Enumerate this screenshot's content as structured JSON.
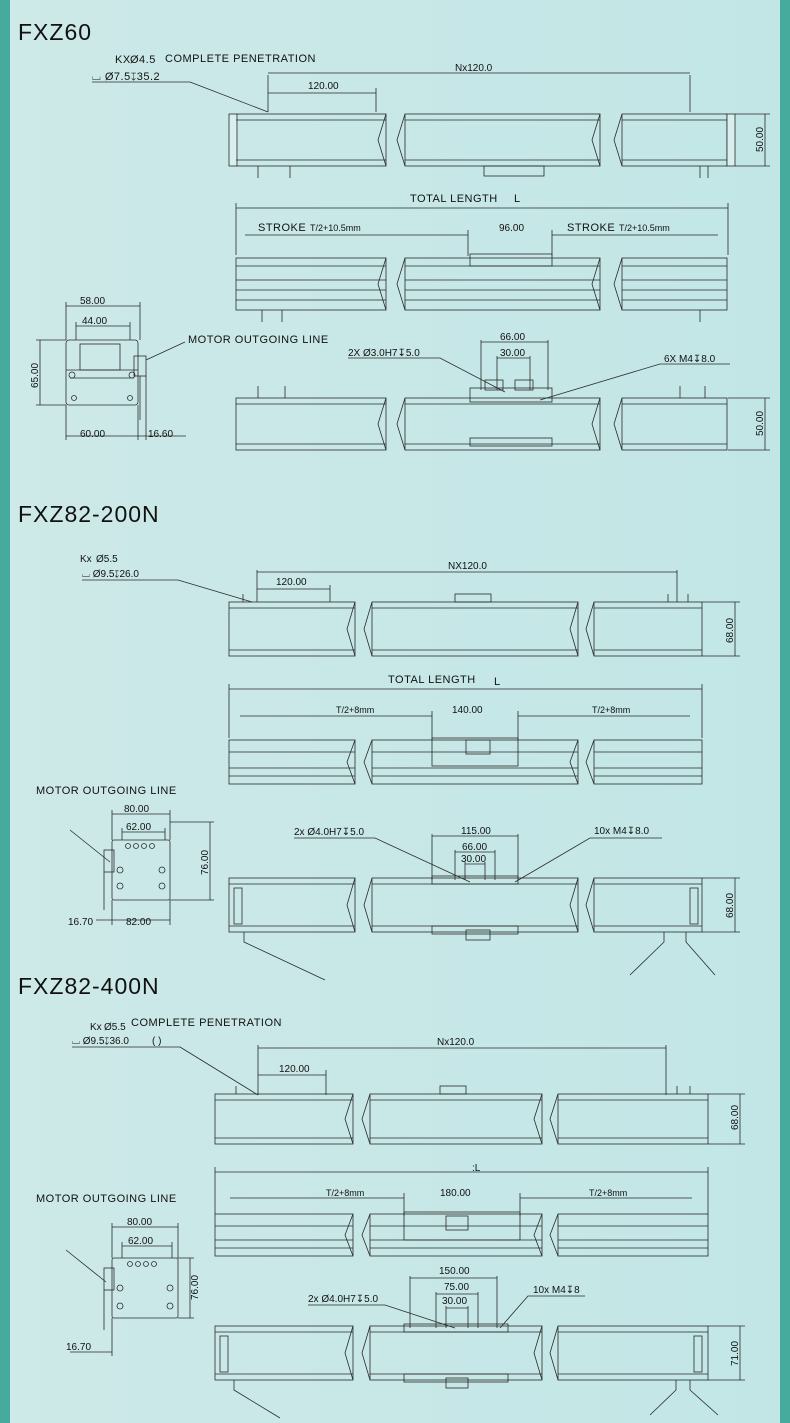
{
  "s1": {
    "title": "FXZ60",
    "kx": "KX",
    "kx_dia": "Ø4.5",
    "complete_pen": "COMPLETE PENETRATION",
    "cbore": "⌴ Ø7.5↧35.2",
    "nx": "Nx120.0",
    "pitch": "120.00",
    "height": "50.00",
    "total_length": "TOTAL LENGTH",
    "total_length_sym": "L",
    "stroke1": "STROKE",
    "stroke1_val": "T/2+10.5mm",
    "slider_w": "96.00",
    "stroke2": "STROKE",
    "stroke2_val": "T/2+10.5mm",
    "end_w1": "58.00",
    "end_w2": "44.00",
    "end_h": "65.00",
    "motor_line": "MOTOR OUTGOING LINE",
    "end_b1": "60.00",
    "end_b2": "16.60",
    "d66": "66.00",
    "d30": "30.00",
    "pin": "2X Ø3.0H7↧5.0",
    "screw": "6X M4↧8.0",
    "height2": "50.00"
  },
  "s2": {
    "title": "FXZ82-200N",
    "kx": "Kx",
    "kx_dia": "Ø5.5",
    "cbore": "⌴ Ø9.5↧26.0",
    "nx": "NX120.0",
    "pitch": "120.00",
    "height": "68.00",
    "total_length": "TOTAL LENGTH",
    "total_length_sym": "L",
    "t1": "T/2+8mm",
    "slider_w": "140.00",
    "t2": "T/2+8mm",
    "motor_line": "MOTOR OUTGOING LINE",
    "end_w1": "80.00",
    "end_w2": "62.00",
    "end_h": "76.00",
    "end_b1": "16.70",
    "end_b2": "82.00",
    "pin": "2x Ø4.0H7↧5.0",
    "d115": "115.00",
    "d66": "66.00",
    "d30": "30.00",
    "screw": "10x M4↧8.0",
    "height2": "68.00"
  },
  "s3": {
    "title": "FXZ82-400N",
    "kx": "Kx",
    "kx_dia": "Ø5.5",
    "complete_pen": "COMPLETE PENETRATION",
    "cbore": "⌴ Ø9.5↧36.0",
    "cbore_paren": "(      )",
    "nx": "Nx120.0",
    "pitch": "120.00",
    "height": "68.00",
    "total_length_sym": ":L",
    "t1": "T/2+8mm",
    "slider_w": "180.00",
    "t2": "T/2+8mm",
    "motor_line": "MOTOR OUTGOING LINE",
    "end_w1": "80.00",
    "end_w2": "62.00",
    "end_h": "76.00",
    "end_b1": "16.70",
    "d150": "150.00",
    "d75": "75.00",
    "d30": "30.00",
    "pin": "2x Ø4.0H7↧5.0",
    "screw": "10x M4↧8",
    "height2": "71.00"
  },
  "colors": {
    "bg": "#c6e7e6",
    "frame": "#46ab9c",
    "line": "#222222"
  }
}
